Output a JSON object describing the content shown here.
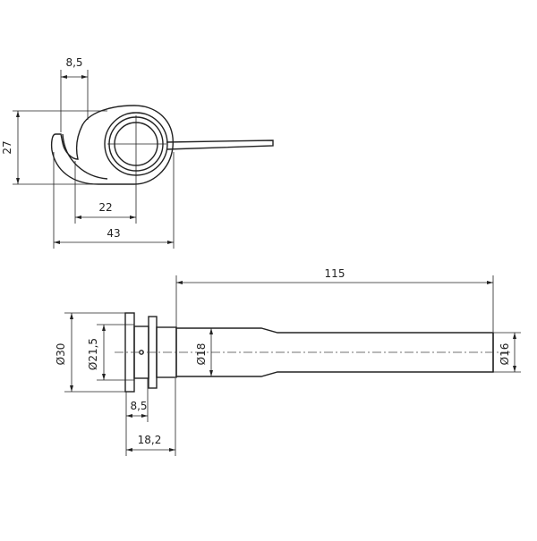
{
  "dimensions": {
    "top_view": {
      "hook_offset": "8,5",
      "height": "27",
      "center_distance": "22",
      "overall_width": "43"
    },
    "side_view": {
      "overall_length": "115",
      "flange_diameter": "Ø30",
      "collar_diameter": "Ø21,5",
      "shaft_diameter": "Ø18",
      "tip_diameter": "Ø16",
      "groove_width": "8,5",
      "head_length": "18,2"
    }
  }
}
